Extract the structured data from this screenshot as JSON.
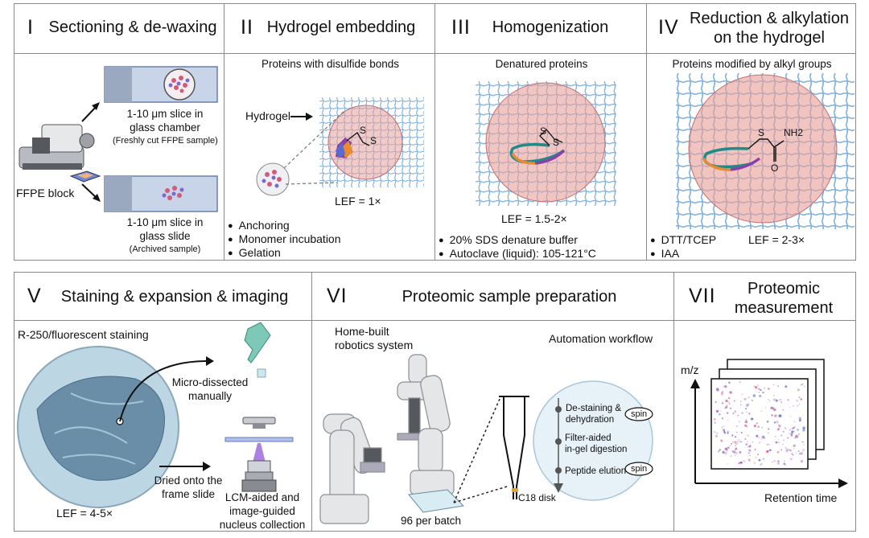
{
  "panels": [
    {
      "numeral": "I",
      "title": "Sectioning & de-waxing"
    },
    {
      "numeral": "II",
      "title": "Hydrogel embedding"
    },
    {
      "numeral": "III",
      "title": "Homogenization"
    },
    {
      "numeral": "IV",
      "title_line1": "Reduction & alkylation",
      "title_line2": "on the hydrogel"
    },
    {
      "numeral": "V",
      "title": "Staining & expansion & imaging"
    },
    {
      "numeral": "VI",
      "title": "Proteomic sample preparation"
    },
    {
      "numeral": "VII",
      "title_line1": "Proteomic",
      "title_line2": "measurement"
    }
  ],
  "p1": {
    "ffpe_block": "FFPE block",
    "chamber_l1": "1-10 μm slice in",
    "chamber_l2": "glass chamber",
    "chamber_l3": "(Freshly cut FFPE sample)",
    "slide_l1": "1-10 μm slice in",
    "slide_l2": "glass slide",
    "slide_l3": "(Archived sample)"
  },
  "p2": {
    "subtitle": "Proteins with disulfide bonds",
    "hydrogel": "Hydrogel",
    "lef": "LEF = 1×",
    "s1": "S",
    "s2": "S",
    "bullets": [
      "Anchoring",
      "Monomer incubation",
      "Gelation"
    ]
  },
  "p3": {
    "subtitle": "Denatured proteins",
    "lef": "LEF = 1.5-2×",
    "s1": "S",
    "s2": "S",
    "bullets": [
      "20% SDS denature buffer",
      "Autoclave (liquid): 105-121°C"
    ]
  },
  "p4": {
    "subtitle": "Proteins modified by alkyl groups",
    "s": "S",
    "nh2": "NH2",
    "o": "O",
    "bullets": [
      "DTT/TCEP",
      "IAA"
    ],
    "lef": "LEF = 2-3×"
  },
  "p5": {
    "staining": "R-250/fluorescent staining",
    "micro_l1": "Micro-dissected",
    "micro_l2": "manually",
    "dried_l1": "Dried onto the",
    "dried_l2": "frame slide",
    "lef": "LEF = 4-5×",
    "lcm_l1": "LCM-aided and",
    "lcm_l2": "image-guided",
    "lcm_l3": "nucleus collection"
  },
  "p6": {
    "robot_l1": "Home-built",
    "robot_l2": "robotics system",
    "automation": "Automation workflow",
    "step1_l1": "De-staining &",
    "step1_l2": "dehydration",
    "step2_l1": "Filter-aided",
    "step2_l2": "in-gel digestion",
    "step3": "Peptide elution",
    "spin1": "spin",
    "spin2": "spin",
    "c18": "C18 disk",
    "batch": "96 per batch"
  },
  "p7": {
    "ylabel": "m/z",
    "xlabel": "Retention time"
  },
  "colors": {
    "border": "#8a8a8a",
    "gel_sphere": "#e8a09a",
    "mesh": "#7fb0dc",
    "teal": "#1f8a86",
    "orange": "#e88a2e",
    "purple": "#8b3fa8"
  }
}
